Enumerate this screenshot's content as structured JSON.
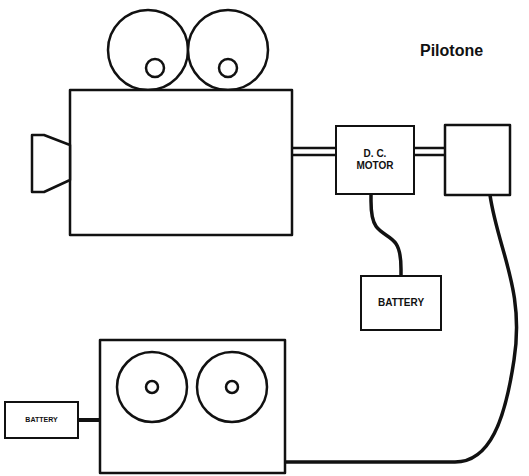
{
  "diagram": {
    "nodes": [
      {
        "text": [
          "D. C. MOTOR"
        ]
      },
      {
        "text": [
          "BATTERY"
        ]
      },
      {
        "text": [
          "BATTERY"
        ]
      }
    ],
    "edges": [
      {
        "from": 0,
        "to": 1,
        "arrow": "none"
      }
    ],
    "labels": [
      "Pilotone"
    ]
  }
}
